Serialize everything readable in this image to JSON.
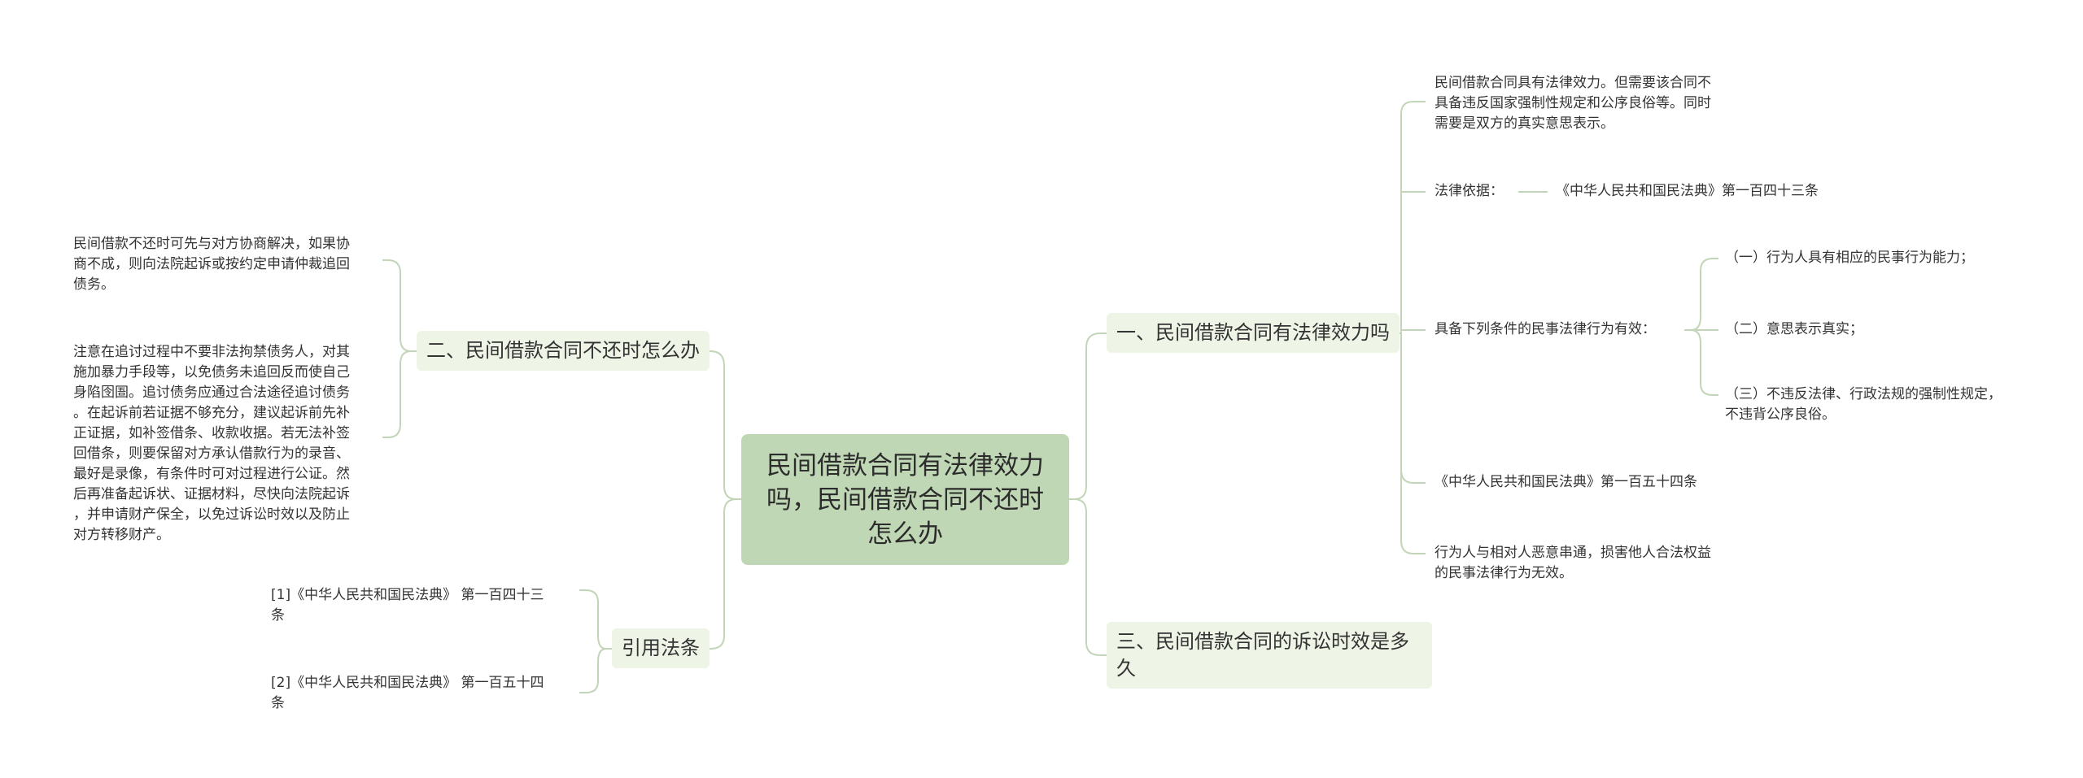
{
  "root": {
    "title": "民间借款合同有法律效力吗，民间借款合同不还时怎么办"
  },
  "colors": {
    "root_fill": "#bfd7b4",
    "branch_fill": "#eef4e6",
    "link": "#c3d5b8",
    "text": "#333333"
  },
  "right": {
    "b1": {
      "title": "一、民间借款合同有法律效力吗",
      "leaf_validity": "民间借款合同具有法律效力。但需要该合同不\n具备违反国家强制性规定和公序良俗等。同时\n需要是双方的真实意思表示。",
      "leaf_basis_label": "法律依据：",
      "leaf_basis_value": "《中华人民共和国民法典》第一百四十三条",
      "leaf_conditions": "具备下列条件的民事法律行为有效：",
      "conditions": [
        "（一）行为人具有相应的民事行为能力；",
        "（二）意思表示真实；",
        "（三）不违反法律、行政法规的强制性规定，\n不违背公序良俗。"
      ],
      "leaf_art154": "《中华人民共和国民法典》第一百五十四条",
      "leaf_collusion": "行为人与相对人恶意串通，损害他人合法权益\n的民事法律行为无效。"
    },
    "b3": {
      "title": "三、民间借款合同的诉讼时效是多\n久"
    }
  },
  "left": {
    "b2": {
      "title": "二、民间借款合同不还时怎么办",
      "leaf_negotiate": "民间借款不还时可先与对方协商解决，如果协\n商不成，则向法院起诉或按约定申请仲裁追回\n债务。",
      "leaf_caution": "注意在追讨过程中不要非法拘禁债务人，对其\n施加暴力手段等，以免债务未追回反而使自己\n身陷囹圄。追讨债务应通过合法途径追讨债务\n。在起诉前若证据不够充分，建议起诉前先补\n正证据，如补签借条、收款收据。若无法补签\n回借条，则要保留对方承认借款行为的录音、\n最好是录像，有条件时可对过程进行公证。然\n后再准备起诉状、证据材料，尽快向法院起诉\n，并申请财产保全，以免过诉讼时效以及防止\n对方转移财产。"
    },
    "cite": {
      "title": "引用法条",
      "refs": [
        "[1]《中华人民共和国民法典》 第一百四十三\n条",
        "[2]《中华人民共和国民法典》 第一百五十四\n条"
      ]
    }
  }
}
